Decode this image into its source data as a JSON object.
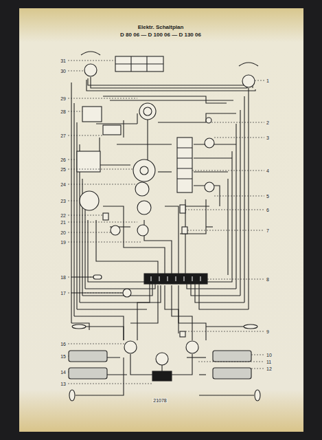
{
  "diagram": {
    "title": "Elektr. Schaltplan",
    "labels": [
      "D 80 06 — D 100 06 — D 130 06",
      "1",
      "2",
      "3",
      "4",
      "5",
      "6",
      "7",
      "8",
      "9",
      "10",
      "11",
      "12",
      "13",
      "14",
      "15",
      "16",
      "17",
      "18",
      "19",
      "20",
      "21",
      "22",
      "23",
      "24",
      "25",
      "26",
      "27",
      "28",
      "29",
      "30",
      "31",
      "21078"
    ]
  }
}
